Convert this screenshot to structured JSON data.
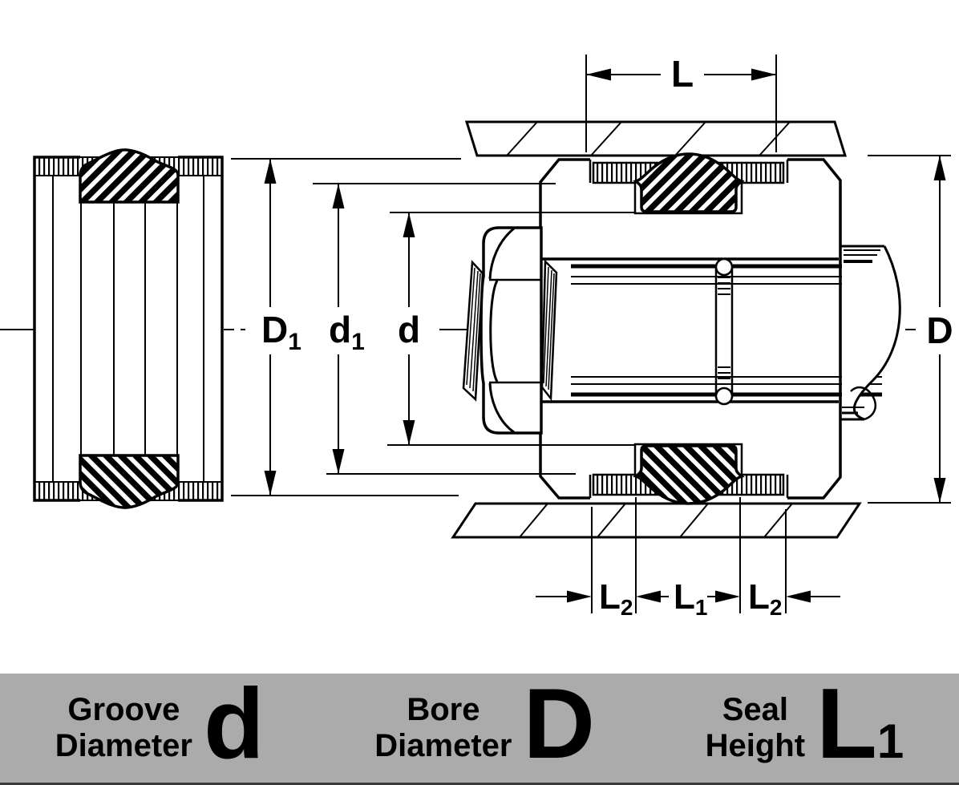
{
  "colors": {
    "line": "#000000",
    "background": "#ffffff",
    "legend_bg": "#ABABAB"
  },
  "dims": {
    "L": {
      "label": "L"
    },
    "D1": {
      "label": "D",
      "sub": "1"
    },
    "d1": {
      "label": "d",
      "sub": "1"
    },
    "d": {
      "label": "d"
    },
    "D": {
      "label": "D"
    },
    "L2_left": {
      "label": "L",
      "sub": "2"
    },
    "L1": {
      "label": "L",
      "sub": "1"
    },
    "L2_right": {
      "label": "L",
      "sub": "2"
    }
  },
  "legend": {
    "items": [
      {
        "line1": "Groove",
        "line2": "Diameter",
        "symbol": "d",
        "sub": ""
      },
      {
        "line1": "Bore",
        "line2": "Diameter",
        "symbol": "D",
        "sub": ""
      },
      {
        "line1": "Seal",
        "line2": "Height",
        "symbol": "L",
        "sub": "1"
      }
    ]
  }
}
